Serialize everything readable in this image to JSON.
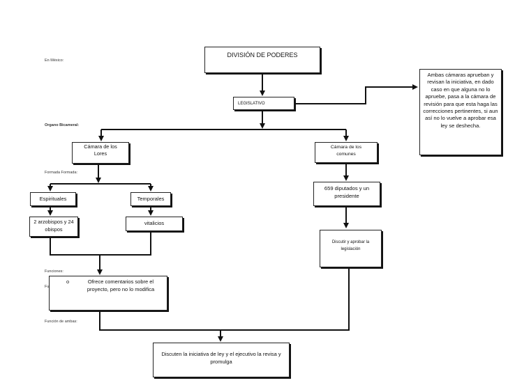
{
  "root": "DIVISIÓN DE PODERES",
  "branch": "LEGISLATIVO",
  "labels": {
    "mexico": "En México:",
    "organo": "Organo Bicameral:",
    "formada": "Formada Formada:",
    "funciones": "Funciones:",
    "funciones_hidden": "Fu",
    "ambas": "Función de ambas:"
  },
  "lores": {
    "title": "Cámara de los Lores",
    "spirituales": "Espirituales",
    "temporales": "Temporales",
    "spirituales_detail": "2 arzobispos y 24 obispos",
    "temporales_detail": "vitalicios",
    "function_bullet": "o",
    "function": "Ofrece comentarios sobre el proyecto, pero no lo modifica"
  },
  "comunes": {
    "title": "Cámara de los comunes",
    "members": "659 diputados y un presidente",
    "function": "Discutir y aprobar la legislación"
  },
  "revision_note": "Ambas cámaras aprueban y revisan la iniciativa, en dado caso en que alguna no lo apruebe, pasa a la cámara de revisión para que esta haga las correcciones pertinentes, si aun así no lo vuelve a aprobar esa ley se deshecha.",
  "final": "Discuten la iniciativa de ley y el ejecutivo la revisa y promulga"
}
